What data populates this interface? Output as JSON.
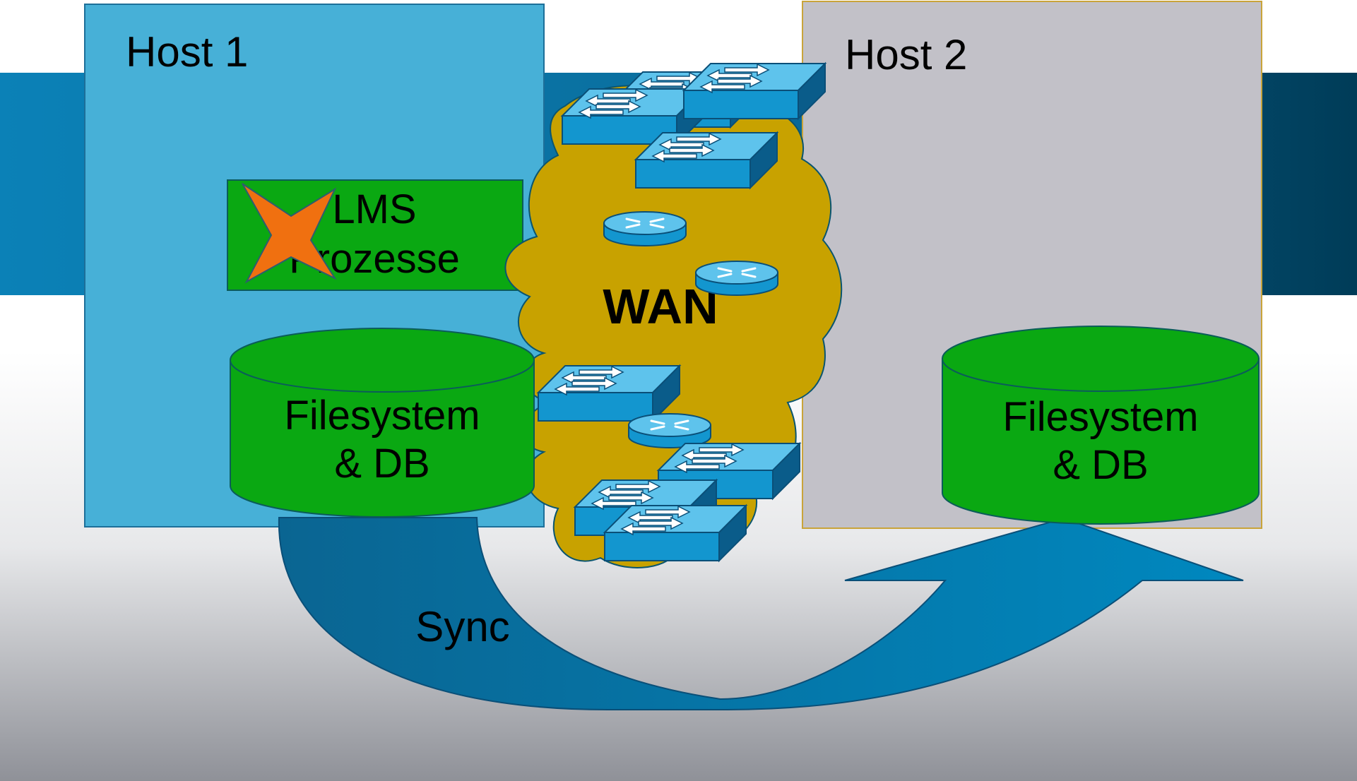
{
  "host1": {
    "title": "Host 1"
  },
  "host2": {
    "title": "Host 2"
  },
  "lms": {
    "line1": "LMS",
    "line2": "Prozesse",
    "status_icon": "failure-x-icon"
  },
  "wan": {
    "label": "WAN"
  },
  "storage1": {
    "line1": "Filesystem",
    "line2": "& DB"
  },
  "storage2": {
    "line1": "Filesystem",
    "line2": "& DB"
  },
  "sync": {
    "label": "Sync"
  },
  "colors": {
    "host1_fill": "#47b0d7",
    "host2_fill": "#c2c1c8",
    "storage_fill": "#0aa812",
    "wan_cloud": "#c8a200",
    "failure_x": "#f07010",
    "sync_arrow": "#0b6d9b",
    "band_left": "#0b81b7",
    "band_right": "#003c58"
  }
}
